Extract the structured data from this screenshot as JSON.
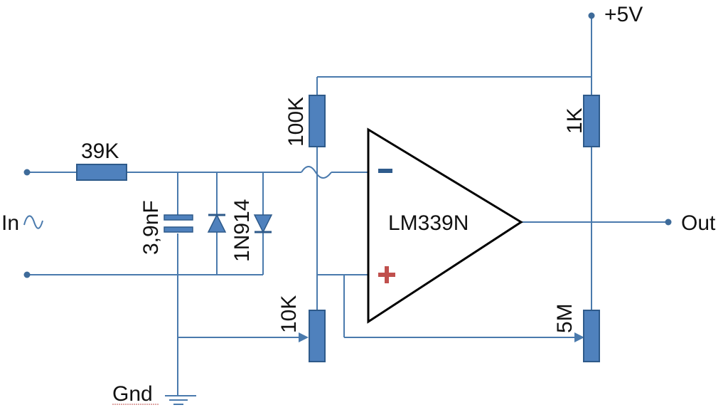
{
  "labels": {
    "supply": "+5V",
    "input": "In",
    "output": "Out",
    "ground": "Gnd",
    "r_input": "39K",
    "r_feedback_top": "100K",
    "r_pullup": "1K",
    "capacitor": "3,9nF",
    "diodes": "1N914",
    "pot_ref": "10K",
    "pot_hyst": "5M",
    "opamp": "LM339N",
    "minus": "−",
    "plus": "+"
  },
  "colors": {
    "wire": "#4a7aad",
    "component_fill": "#4f81bd",
    "component_stroke": "#2e5a8a",
    "opamp_outline": "#000000",
    "minus_sign": "#2f5b8c",
    "plus_sign": "#c0504d",
    "text": "#111111"
  },
  "icons": {
    "input_symbol": "sine-wave-icon",
    "ground_symbol": "ground-icon"
  }
}
